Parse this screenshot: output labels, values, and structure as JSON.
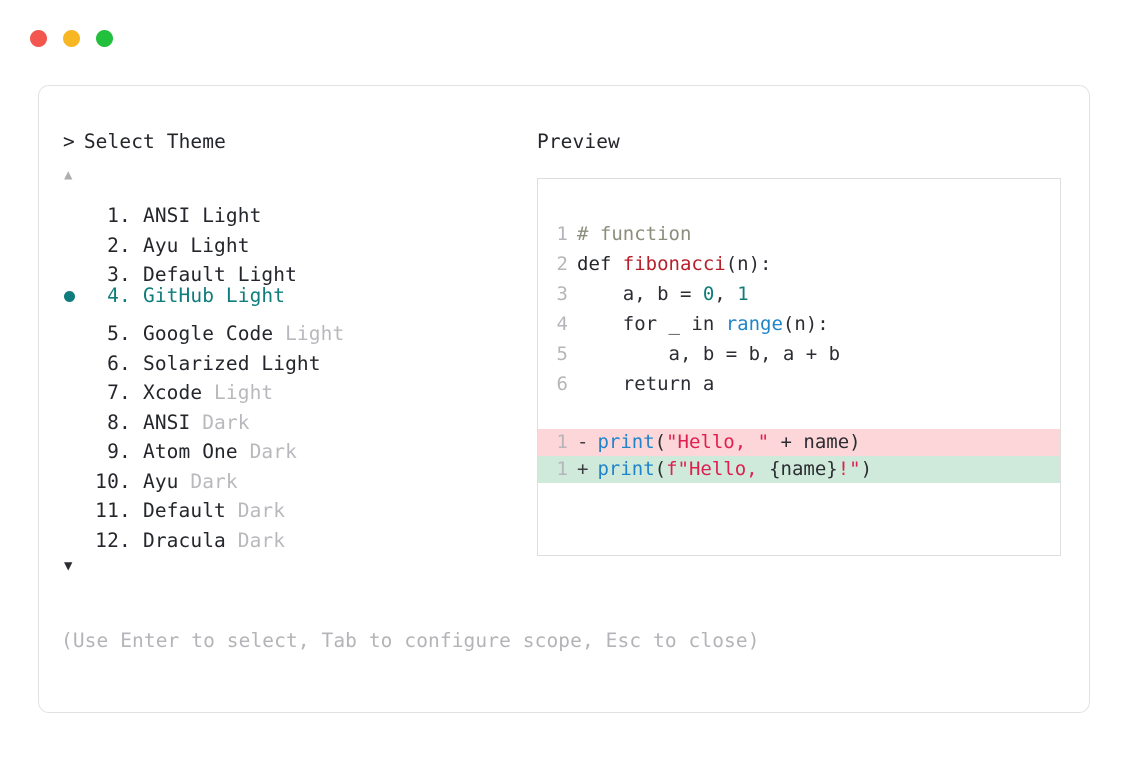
{
  "window": {
    "dots": [
      {
        "name": "close",
        "color": "#f2564e"
      },
      {
        "name": "minimize",
        "color": "#f6b723"
      },
      {
        "name": "maximize",
        "color": "#22c03c"
      }
    ]
  },
  "left": {
    "caret": ">",
    "title": "Select Theme",
    "scroll_up_glyph": "▲",
    "scroll_down_glyph": "▼",
    "selected_index": 4,
    "themes": [
      {
        "index": "1.",
        "name": "ANSI",
        "variant": "Light",
        "variant_muted": false
      },
      {
        "index": "2.",
        "name": "Ayu",
        "variant": "Light",
        "variant_muted": false
      },
      {
        "index": "3.",
        "name": "Default",
        "variant": "Light",
        "variant_muted": false
      },
      {
        "index": "4.",
        "name": "GitHub",
        "variant": "Light",
        "variant_muted": false
      },
      {
        "index": "5.",
        "name": "Google Code",
        "variant": "Light",
        "variant_muted": true
      },
      {
        "index": "6.",
        "name": "Solarized",
        "variant": "Light",
        "variant_muted": false
      },
      {
        "index": "7.",
        "name": "Xcode",
        "variant": "Light",
        "variant_muted": true
      },
      {
        "index": "8.",
        "name": "ANSI",
        "variant": "Dark",
        "variant_muted": true
      },
      {
        "index": "9.",
        "name": "Atom One",
        "variant": "Dark",
        "variant_muted": true
      },
      {
        "index": "10.",
        "name": "Ayu",
        "variant": "Dark",
        "variant_muted": true
      },
      {
        "index": "11.",
        "name": "Default",
        "variant": "Dark",
        "variant_muted": true
      },
      {
        "index": "12.",
        "name": "Dracula",
        "variant": "Dark",
        "variant_muted": true
      }
    ]
  },
  "hint": "(Use Enter to select, Tab to configure scope, Esc to close)",
  "right": {
    "label": "Preview",
    "code_lines": [
      {
        "n": "1",
        "tokens": [
          {
            "t": "# function",
            "c": "comment"
          }
        ]
      },
      {
        "n": "2",
        "tokens": [
          {
            "t": "def ",
            "c": "kw"
          },
          {
            "t": "fibonacci",
            "c": "fn"
          },
          {
            "t": "(n):",
            "c": "plain"
          }
        ]
      },
      {
        "n": "3",
        "tokens": [
          {
            "t": "    a, b = ",
            "c": "plain"
          },
          {
            "t": "0",
            "c": "num"
          },
          {
            "t": ", ",
            "c": "plain"
          },
          {
            "t": "1",
            "c": "num"
          }
        ]
      },
      {
        "n": "4",
        "tokens": [
          {
            "t": "    for _ in ",
            "c": "plain"
          },
          {
            "t": "range",
            "c": "builtin"
          },
          {
            "t": "(n):",
            "c": "plain"
          }
        ]
      },
      {
        "n": "5",
        "tokens": [
          {
            "t": "        a, b = b, a + b",
            "c": "plain"
          }
        ]
      },
      {
        "n": "6",
        "tokens": [
          {
            "t": "    return a",
            "c": "plain"
          }
        ]
      }
    ],
    "diff_lines": [
      {
        "n": "1",
        "sign": "-",
        "kind": "delete",
        "tokens": [
          {
            "t": "print",
            "c": "builtin"
          },
          {
            "t": "(",
            "c": "plain"
          },
          {
            "t": "\"Hello, \"",
            "c": "str"
          },
          {
            "t": " + name)",
            "c": "plain"
          }
        ]
      },
      {
        "n": "1",
        "sign": "+",
        "kind": "add",
        "tokens": [
          {
            "t": "print",
            "c": "builtin"
          },
          {
            "t": "(",
            "c": "plain"
          },
          {
            "t": "f\"Hello, ",
            "c": "str"
          },
          {
            "t": "{name}",
            "c": "plain"
          },
          {
            "t": "!\"",
            "c": "str"
          },
          {
            "t": ")",
            "c": "plain"
          }
        ]
      }
    ]
  },
  "colors": {
    "accent_teal": "#0f7d7b",
    "diff_delete_bg": "#fcd6d8",
    "diff_add_bg": "#cfeadb",
    "border": "#e2e2e4",
    "muted_text": "#b9b9bd"
  }
}
